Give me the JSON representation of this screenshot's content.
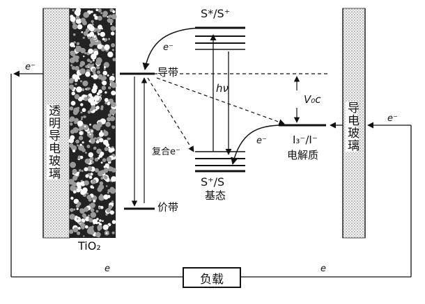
{
  "electrodes": {
    "left_label": "透明导电玻璃",
    "right_label": "导电玻璃",
    "tio2_label": "TiO₂"
  },
  "levels": {
    "conduction_band": "导带",
    "valence_band": "价带",
    "excited_state": "S*/S⁺",
    "ground_state": "S⁺/S",
    "ground_state_sub": "基态",
    "redox_couple": "I₃⁻/I⁻",
    "redox_couple_sub": "电解质"
  },
  "annotations": {
    "hv": "hν",
    "voc": "V₀c",
    "recombination": "复合e⁻",
    "electron": "e⁻",
    "bottom_left_e": "e",
    "bottom_right_e": "e"
  },
  "load": {
    "label": "负载"
  }
}
